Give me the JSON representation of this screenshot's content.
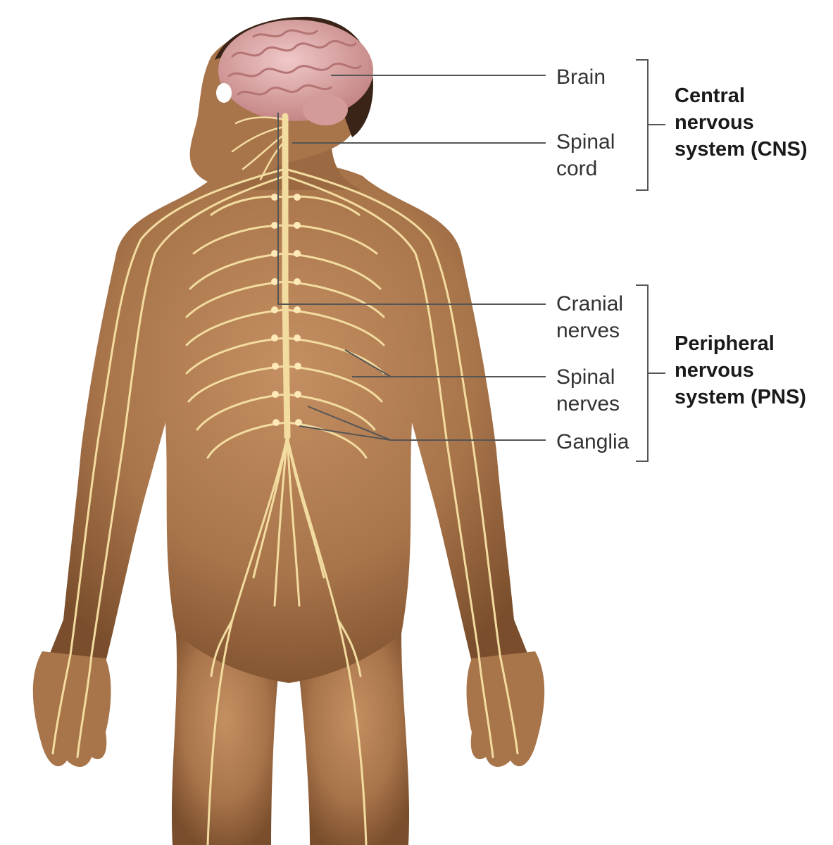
{
  "colors": {
    "skin": "#a8744a",
    "skin_dark": "#7a4e2c",
    "skin_light": "#c48f62",
    "nerve": "#f3dca0",
    "brain": "#e2b0b0",
    "brain_dark": "#c58686",
    "hair": "#3a2418",
    "leader": "#555555",
    "bracket": "#555555"
  },
  "labels": {
    "brain": "Brain",
    "spinal_cord_1": "Spinal",
    "spinal_cord_2": "cord",
    "cranial_nerves_1": "Cranial",
    "cranial_nerves_2": "nerves",
    "spinal_nerves_1": "Spinal",
    "spinal_nerves_2": "nerves",
    "ganglia": "Ganglia"
  },
  "groups": {
    "cns_1": "Central",
    "cns_2": "nervous",
    "cns_3": "system (CNS)",
    "pns_1": "Peripheral",
    "pns_2": "nervous",
    "pns_3": "system (PNS)"
  }
}
